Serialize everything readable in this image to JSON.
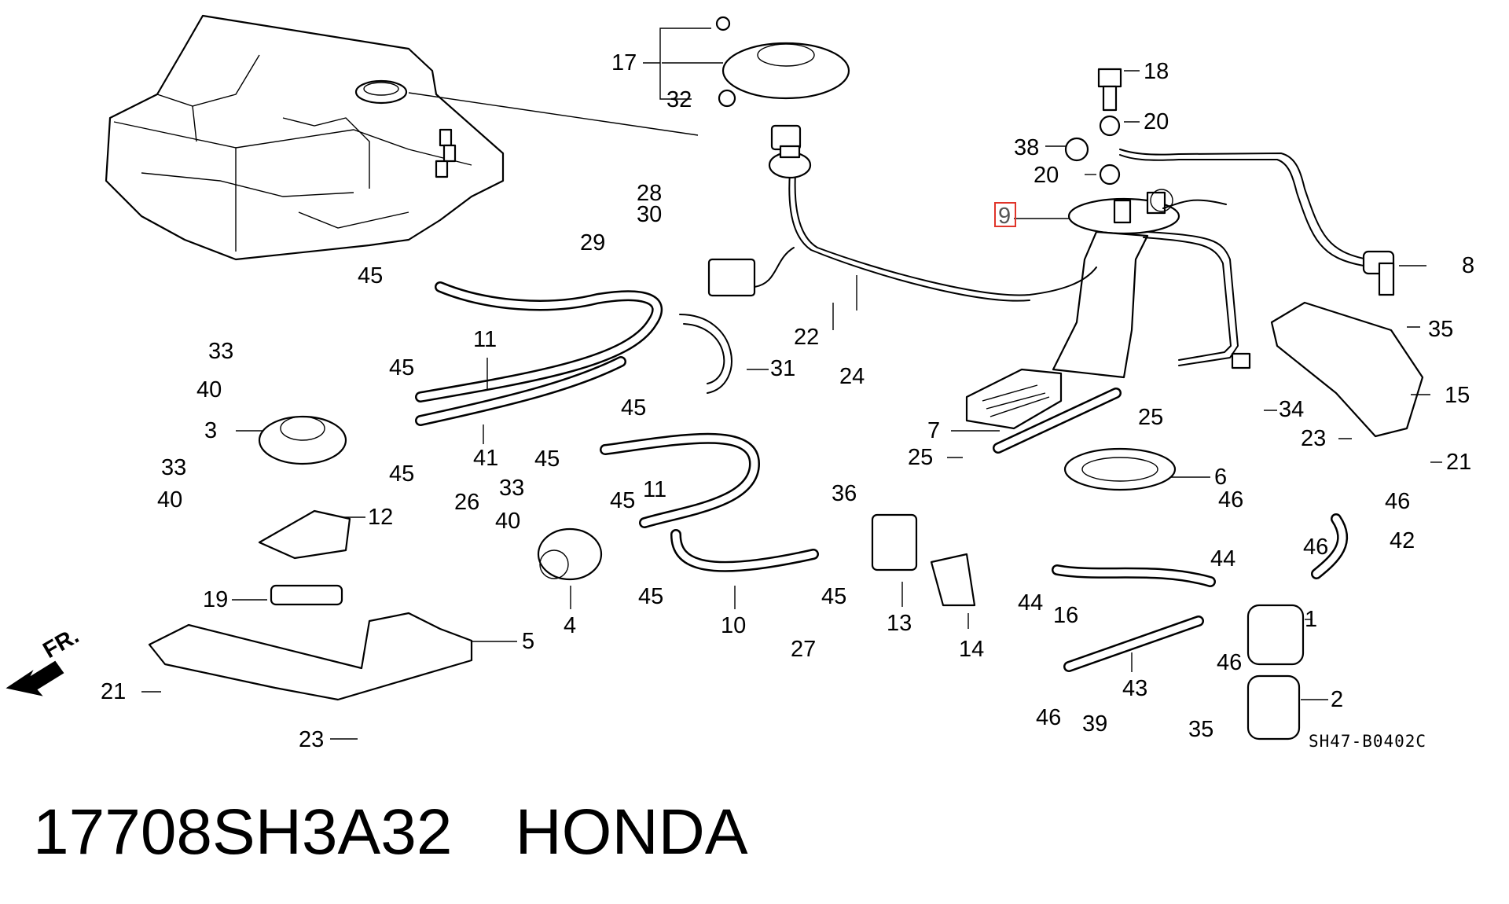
{
  "diagram": {
    "callouts": [
      "1",
      "2",
      "3",
      "4",
      "5",
      "6",
      "7",
      "8",
      "9",
      "10",
      "11",
      "11",
      "12",
      "13",
      "14",
      "15",
      "16",
      "17",
      "18",
      "19",
      "20",
      "20",
      "21",
      "21",
      "22",
      "23",
      "23",
      "24",
      "25",
      "25",
      "26",
      "27",
      "28",
      "29",
      "30",
      "31",
      "32",
      "33",
      "33",
      "33",
      "34",
      "35",
      "35",
      "36",
      "38",
      "39",
      "40",
      "40",
      "40",
      "41",
      "42",
      "43",
      "44",
      "44",
      "45",
      "45",
      "45",
      "45",
      "45",
      "45",
      "45",
      "45",
      "46",
      "46",
      "46",
      "46",
      "46"
    ],
    "highlighted_callout": "9",
    "direction_label": "FR.",
    "drawing_code": "SH47-B0402C"
  },
  "footer": {
    "part_number": "17708SH3A32",
    "brand": "HONDA"
  }
}
